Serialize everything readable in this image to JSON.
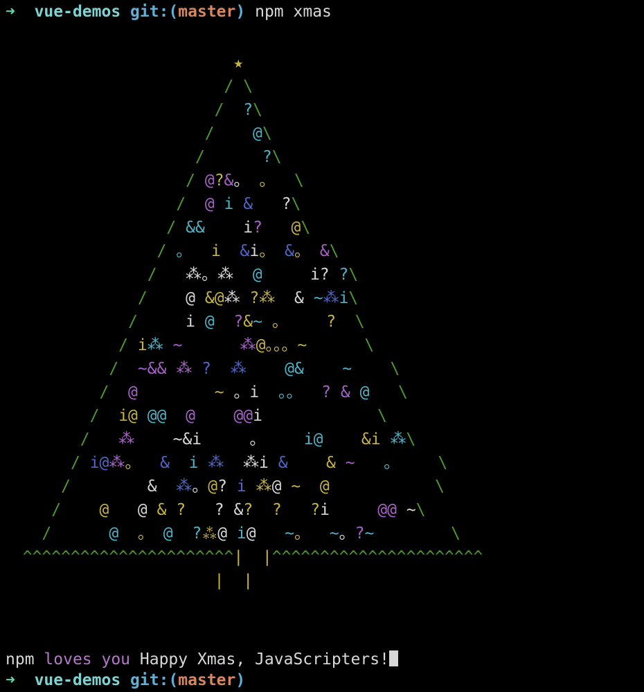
{
  "colors": {
    "G": "#4e9a2a",
    "Y": "#c8b440",
    "C": "#4fb3c8",
    "B": "#4f67c8",
    "M": "#a863c8",
    "W": "#d8d8d8"
  },
  "prompt": {
    "arrow": "➜",
    "dir": "vue-demos",
    "git_prefix": "git:(",
    "branch": "master",
    "git_suffix": ")",
    "command": "npm xmas"
  },
  "tree": {
    "rows": [
      [
        [
          "                        ",
          "W"
        ],
        [
          "★",
          "Y"
        ]
      ],
      [
        [
          "                       ",
          "W"
        ],
        [
          "/",
          "G"
        ],
        [
          " ",
          "W"
        ],
        [
          "\\",
          "G"
        ]
      ],
      [
        [
          "                      ",
          "W"
        ],
        [
          "/",
          "G"
        ],
        [
          "  ",
          "W"
        ],
        [
          "?",
          "C"
        ],
        [
          "\\",
          "G"
        ]
      ],
      [
        [
          "                     ",
          "W"
        ],
        [
          "/",
          "G"
        ],
        [
          "    ",
          "W"
        ],
        [
          "@",
          "C"
        ],
        [
          "\\",
          "G"
        ]
      ],
      [
        [
          "                    ",
          "W"
        ],
        [
          "/",
          "G"
        ],
        [
          "      ",
          "W"
        ],
        [
          "?",
          "C"
        ],
        [
          "\\",
          "G"
        ]
      ],
      [
        [
          "                   ",
          "W"
        ],
        [
          "/",
          "G"
        ],
        [
          " ",
          "W"
        ],
        [
          "@",
          "M"
        ],
        [
          "?",
          "Y"
        ],
        [
          "&",
          "M"
        ],
        [
          "。",
          "W"
        ],
        [
          " ",
          "W"
        ],
        [
          "。",
          "Y"
        ],
        [
          "  ",
          "W"
        ],
        [
          "\\",
          "G"
        ]
      ],
      [
        [
          "                  ",
          "W"
        ],
        [
          "/",
          "G"
        ],
        [
          "  ",
          "W"
        ],
        [
          "@",
          "M"
        ],
        [
          " ",
          "W"
        ],
        [
          "i",
          "C"
        ],
        [
          " ",
          "W"
        ],
        [
          "&",
          "B"
        ],
        [
          "   ",
          "W"
        ],
        [
          "?",
          "W"
        ],
        [
          "\\",
          "G"
        ]
      ],
      [
        [
          "                 ",
          "W"
        ],
        [
          "/",
          "G"
        ],
        [
          " ",
          "W"
        ],
        [
          "&&",
          "C"
        ],
        [
          "    ",
          "W"
        ],
        [
          "i",
          "W"
        ],
        [
          "?",
          "M"
        ],
        [
          "   ",
          "W"
        ],
        [
          "@",
          "Y"
        ],
        [
          "\\",
          "G"
        ]
      ],
      [
        [
          "                ",
          "W"
        ],
        [
          "/",
          "G"
        ],
        [
          " ",
          "W"
        ],
        [
          "。",
          "C"
        ],
        [
          "  ",
          "W"
        ],
        [
          "i",
          "Y"
        ],
        [
          "  ",
          "W"
        ],
        [
          "&",
          "B"
        ],
        [
          "i",
          "W"
        ],
        [
          "。",
          "Y"
        ],
        [
          " ",
          "W"
        ],
        [
          "&",
          "B"
        ],
        [
          "。",
          "Y"
        ],
        [
          " ",
          "W"
        ],
        [
          "&",
          "M"
        ],
        [
          "\\",
          "G"
        ]
      ],
      [
        [
          "               ",
          "W"
        ],
        [
          "/",
          "G"
        ],
        [
          "   ",
          "W"
        ],
        [
          "⁂",
          "W"
        ],
        [
          "。",
          "W"
        ],
        [
          "⁂",
          "W"
        ],
        [
          "  ",
          "W"
        ],
        [
          "@",
          "C"
        ],
        [
          "     ",
          "W"
        ],
        [
          "i",
          "W"
        ],
        [
          "?",
          "W"
        ],
        [
          " ",
          "W"
        ],
        [
          "?",
          "C"
        ],
        [
          "\\",
          "G"
        ]
      ],
      [
        [
          "              ",
          "W"
        ],
        [
          "/",
          "G"
        ],
        [
          "    ",
          "W"
        ],
        [
          "@",
          "W"
        ],
        [
          " ",
          "W"
        ],
        [
          "&",
          "Y"
        ],
        [
          "@",
          "Y"
        ],
        [
          "⁂",
          "W"
        ],
        [
          " ",
          "W"
        ],
        [
          "?",
          "Y"
        ],
        [
          "⁂",
          "Y"
        ],
        [
          "  ",
          "W"
        ],
        [
          "&",
          "W"
        ],
        [
          " ",
          "W"
        ],
        [
          "~",
          "C"
        ],
        [
          "⁂",
          "B"
        ],
        [
          "i",
          "C"
        ],
        [
          "\\",
          "G"
        ]
      ],
      [
        [
          "             ",
          "W"
        ],
        [
          "/",
          "G"
        ],
        [
          "     ",
          "W"
        ],
        [
          "i",
          "W"
        ],
        [
          " ",
          "W"
        ],
        [
          "@",
          "C"
        ],
        [
          "  ",
          "W"
        ],
        [
          "?",
          "M"
        ],
        [
          "&",
          "Y"
        ],
        [
          "~",
          "C"
        ],
        [
          " ",
          "W"
        ],
        [
          "。",
          "Y"
        ],
        [
          "    ",
          "W"
        ],
        [
          "?",
          "Y"
        ],
        [
          "  ",
          "W"
        ],
        [
          "\\",
          "G"
        ]
      ],
      [
        [
          "            ",
          "W"
        ],
        [
          "/",
          "G"
        ],
        [
          " ",
          "W"
        ],
        [
          "i",
          "Y"
        ],
        [
          "⁂",
          "C"
        ],
        [
          " ",
          "W"
        ],
        [
          "~",
          "M"
        ],
        [
          "      ",
          "W"
        ],
        [
          "⁂",
          "M"
        ],
        [
          "@",
          "Y"
        ],
        [
          "。",
          "Y"
        ],
        [
          "。",
          "Y"
        ],
        [
          "。",
          "Y"
        ],
        [
          "~",
          "Y"
        ],
        [
          "      ",
          "W"
        ],
        [
          "\\",
          "G"
        ]
      ],
      [
        [
          "           ",
          "W"
        ],
        [
          "/",
          "G"
        ],
        [
          "  ",
          "W"
        ],
        [
          "~",
          "M"
        ],
        [
          "&&",
          "M"
        ],
        [
          " ",
          "W"
        ],
        [
          "⁂",
          "M"
        ],
        [
          " ",
          "W"
        ],
        [
          "?",
          "B"
        ],
        [
          "  ",
          "W"
        ],
        [
          "⁂",
          "B"
        ],
        [
          "    ",
          "W"
        ],
        [
          "@&",
          "C"
        ],
        [
          "    ",
          "W"
        ],
        [
          "~",
          "C"
        ],
        [
          "    ",
          "W"
        ],
        [
          "\\",
          "G"
        ]
      ],
      [
        [
          "          ",
          "W"
        ],
        [
          "/",
          "G"
        ],
        [
          "  ",
          "W"
        ],
        [
          "@",
          "M"
        ],
        [
          "        ",
          "W"
        ],
        [
          "~",
          "Y"
        ],
        [
          " ",
          "W"
        ],
        [
          "。",
          "W"
        ],
        [
          "i",
          "W"
        ],
        [
          "  ",
          "W"
        ],
        [
          "。",
          "C"
        ],
        [
          "。",
          "C"
        ],
        [
          "  ",
          "W"
        ],
        [
          "?",
          "M"
        ],
        [
          " ",
          "W"
        ],
        [
          "&",
          "M"
        ],
        [
          " ",
          "W"
        ],
        [
          "@",
          "C"
        ],
        [
          "   ",
          "W"
        ],
        [
          "\\",
          "G"
        ]
      ],
      [
        [
          "         ",
          "W"
        ],
        [
          "/",
          "G"
        ],
        [
          "  ",
          "W"
        ],
        [
          "i@",
          "Y"
        ],
        [
          " ",
          "W"
        ],
        [
          "@@",
          "C"
        ],
        [
          "  ",
          "W"
        ],
        [
          "@",
          "M"
        ],
        [
          "    ",
          "W"
        ],
        [
          "@@",
          "M"
        ],
        [
          "i",
          "W"
        ],
        [
          "            ",
          "W"
        ],
        [
          "\\",
          "G"
        ]
      ],
      [
        [
          "        ",
          "W"
        ],
        [
          "/",
          "G"
        ],
        [
          "   ",
          "W"
        ],
        [
          "⁂",
          "M"
        ],
        [
          "    ",
          "W"
        ],
        [
          "~",
          "W"
        ],
        [
          "&",
          "W"
        ],
        [
          "i",
          "W"
        ],
        [
          "     ",
          "W"
        ],
        [
          "。",
          "W"
        ],
        [
          "    ",
          "W"
        ],
        [
          "i@",
          "C"
        ],
        [
          "    ",
          "W"
        ],
        [
          "&i",
          "Y"
        ],
        [
          " ",
          "W"
        ],
        [
          "⁂",
          "C"
        ],
        [
          "\\",
          "G"
        ]
      ],
      [
        [
          "       ",
          "W"
        ],
        [
          "/",
          "G"
        ],
        [
          " ",
          "W"
        ],
        [
          "i@",
          "B"
        ],
        [
          "⁂",
          "M"
        ],
        [
          "。",
          "Y"
        ],
        [
          "  ",
          "W"
        ],
        [
          "&",
          "B"
        ],
        [
          "  ",
          "W"
        ],
        [
          "i",
          "C"
        ],
        [
          " ",
          "W"
        ],
        [
          "⁂",
          "B"
        ],
        [
          "  ",
          "W"
        ],
        [
          "⁂",
          "W"
        ],
        [
          "i",
          "W"
        ],
        [
          " ",
          "W"
        ],
        [
          "&",
          "B"
        ],
        [
          "    ",
          "W"
        ],
        [
          "&",
          "Y"
        ],
        [
          " ",
          "W"
        ],
        [
          "~",
          "M"
        ],
        [
          "   ",
          "W"
        ],
        [
          "。",
          "C"
        ],
        [
          "    ",
          "W"
        ],
        [
          "\\",
          "G"
        ]
      ],
      [
        [
          "      ",
          "W"
        ],
        [
          "/",
          "G"
        ],
        [
          "        ",
          "W"
        ],
        [
          "&",
          "W"
        ],
        [
          "  ",
          "W"
        ],
        [
          "⁂",
          "B"
        ],
        [
          "。",
          "W"
        ],
        [
          "@",
          "Y"
        ],
        [
          "?",
          "W"
        ],
        [
          " ",
          "W"
        ],
        [
          "i",
          "B"
        ],
        [
          " ",
          "W"
        ],
        [
          "⁂",
          "Y"
        ],
        [
          "@",
          "W"
        ],
        [
          " ",
          "W"
        ],
        [
          "~",
          "Y"
        ],
        [
          "  ",
          "W"
        ],
        [
          "@",
          "Y"
        ],
        [
          "           ",
          "W"
        ],
        [
          "\\",
          "G"
        ]
      ],
      [
        [
          "     ",
          "W"
        ],
        [
          "/",
          "G"
        ],
        [
          "    ",
          "W"
        ],
        [
          "@",
          "Y"
        ],
        [
          "   ",
          "W"
        ],
        [
          "@",
          "W"
        ],
        [
          " ",
          "W"
        ],
        [
          "&",
          "Y"
        ],
        [
          " ",
          "W"
        ],
        [
          "?",
          "Y"
        ],
        [
          "   ",
          "W"
        ],
        [
          "?",
          "W"
        ],
        [
          " ",
          "W"
        ],
        [
          "&",
          "W"
        ],
        [
          "?",
          "Y"
        ],
        [
          "  ",
          "W"
        ],
        [
          "?",
          "Y"
        ],
        [
          "   ",
          "W"
        ],
        [
          "?",
          "Y"
        ],
        [
          "i",
          "W"
        ],
        [
          "     ",
          "W"
        ],
        [
          "@@",
          "M"
        ],
        [
          " ",
          "W"
        ],
        [
          "~",
          "W"
        ],
        [
          "\\",
          "G"
        ]
      ],
      [
        [
          "    ",
          "W"
        ],
        [
          "/",
          "G"
        ],
        [
          "      ",
          "W"
        ],
        [
          "@",
          "C"
        ],
        [
          "  ",
          "W"
        ],
        [
          "。",
          "Y"
        ],
        [
          " ",
          "W"
        ],
        [
          "@",
          "C"
        ],
        [
          "  ",
          "W"
        ],
        [
          "?",
          "C"
        ],
        [
          "⁂",
          "Y"
        ],
        [
          "@",
          "W"
        ],
        [
          " ",
          "W"
        ],
        [
          "i",
          "C"
        ],
        [
          "@",
          "W"
        ],
        [
          "   ",
          "W"
        ],
        [
          "~",
          "C"
        ],
        [
          "。",
          "Y"
        ],
        [
          "  ",
          "W"
        ],
        [
          "~",
          "C"
        ],
        [
          "。",
          "W"
        ],
        [
          "?",
          "M"
        ],
        [
          "~",
          "C"
        ],
        [
          "        ",
          "W"
        ],
        [
          "\\",
          "G"
        ]
      ],
      [
        [
          "  ",
          "W"
        ],
        [
          "^^^^^^^^^^^^^^^^^^^^^^",
          "G"
        ],
        [
          "|",
          "Y"
        ],
        [
          "  ",
          "W"
        ],
        [
          "|",
          "Y"
        ],
        [
          "^^^^^^^^^^^^^^^^^^^^^^",
          "G"
        ]
      ],
      [
        [
          "                      ",
          "W"
        ],
        [
          "|",
          "Y"
        ],
        [
          "  ",
          "W"
        ],
        [
          "|",
          "Y"
        ]
      ]
    ]
  },
  "message": {
    "npm": "npm",
    "loves": "loves you",
    "rest": "Happy Xmas, JavaScripters!"
  },
  "second_prompt": {
    "arrow": "➜",
    "dir": "vue-demos",
    "git_prefix": "git:(",
    "branch": "master",
    "git_suffix": ")"
  }
}
